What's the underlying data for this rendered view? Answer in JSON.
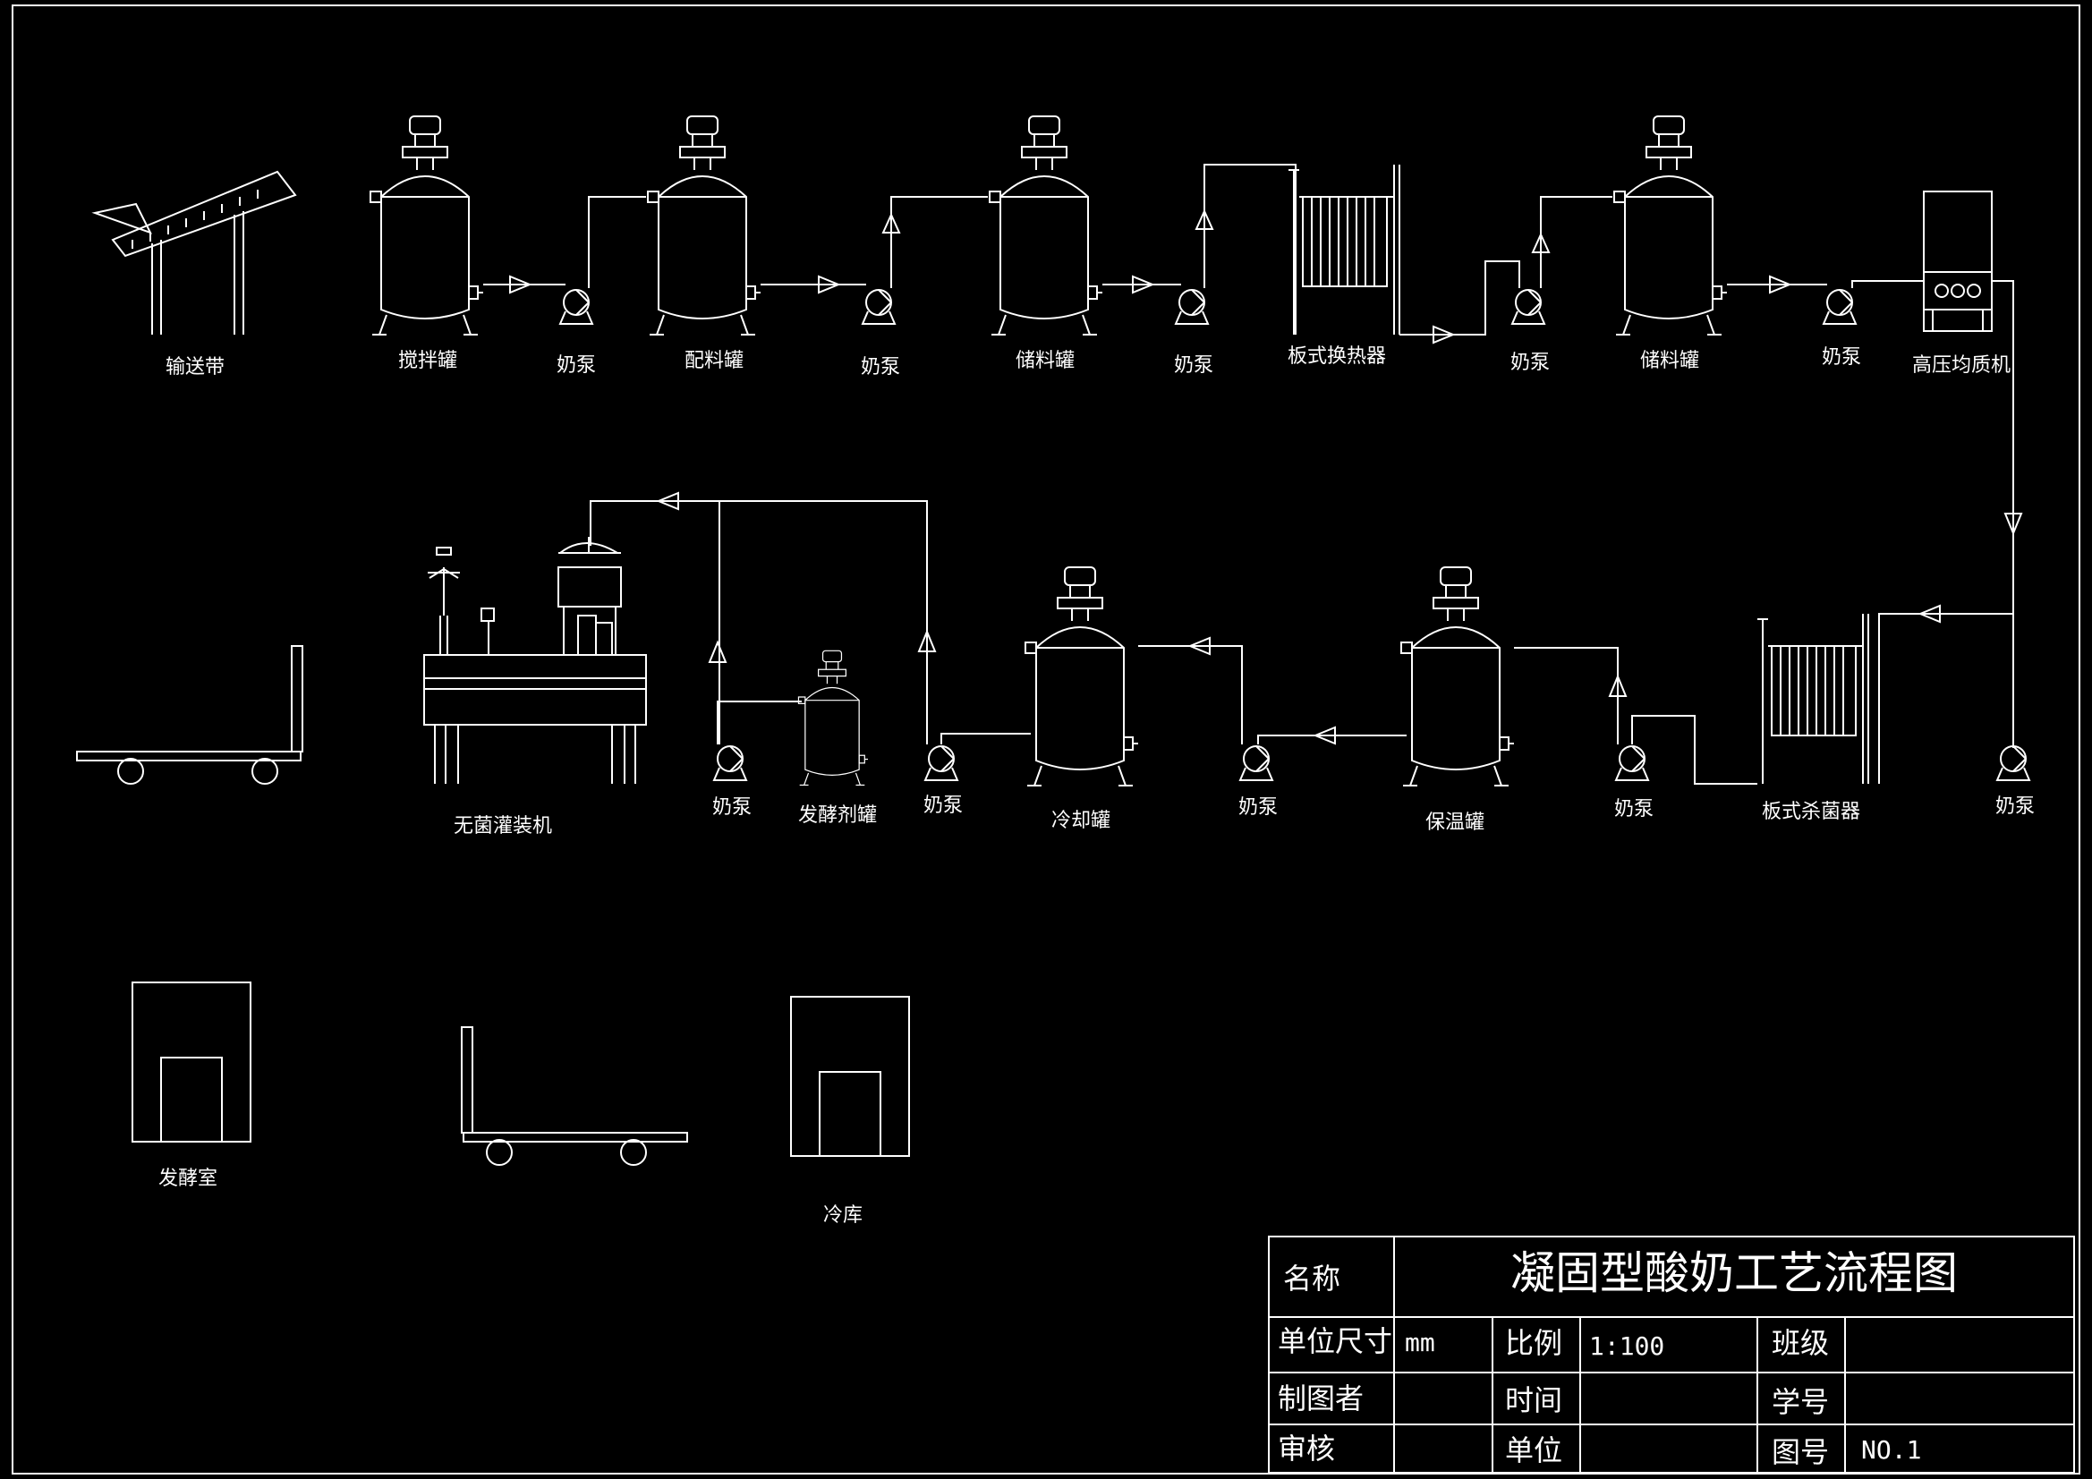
{
  "equipment": {
    "conveyor": "输送带",
    "mixing_tank": "搅拌罐",
    "pump": "奶泵",
    "batching_tank": "配料罐",
    "storage_tank": "储料罐",
    "plate_heat_exchanger": "板式换热器",
    "homogenizer": "高压均质机",
    "plate_sterilizer": "板式杀菌器",
    "holding_tank": "保温罐",
    "cooling_tank": "冷却罐",
    "starter_tank": "发酵剂罐",
    "aseptic_filler": "无菌灌装机",
    "fermentation_room": "发酵室",
    "cold_storage": "冷库"
  },
  "title_block": {
    "name_label": "名称",
    "title": "凝固型酸奶工艺流程图",
    "unit_size_label": "单位尺寸",
    "unit_size_value": "mm",
    "scale_label": "比例",
    "scale_value": "1:100",
    "class_label": "班级",
    "class_value": "",
    "drawer_label": "制图者",
    "drawer_value": "",
    "time_label": "时间",
    "time_value": "",
    "student_id_label": "学号",
    "student_id_value": "",
    "reviewer_label": "审核",
    "reviewer_value": "",
    "org_label": "单位",
    "org_value": "",
    "drawing_no_label": "图号",
    "drawing_no_value": "NO.1"
  },
  "colors": {
    "background": "#000000",
    "line": "#ffffff"
  }
}
